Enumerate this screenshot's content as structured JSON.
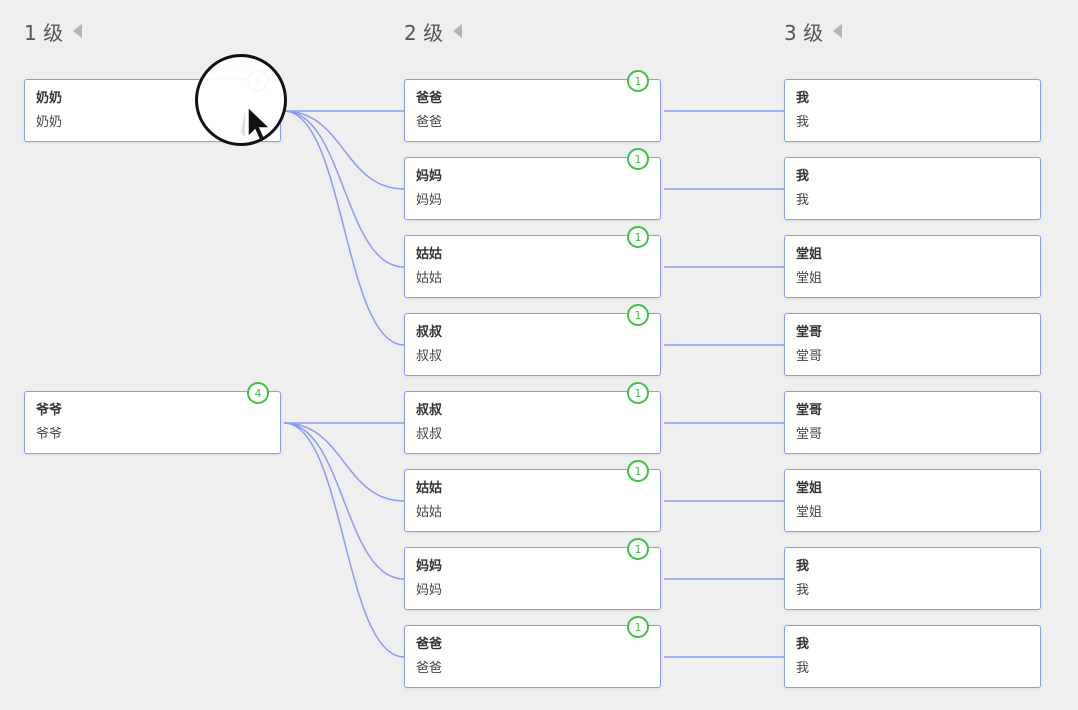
{
  "levels": {
    "l1": "1 级",
    "l2": "2 级",
    "l3": "3 级"
  },
  "level1": [
    {
      "title": "奶奶",
      "sub": "奶奶",
      "badge": "4"
    },
    {
      "title": "爷爷",
      "sub": "爷爷",
      "badge": "4"
    }
  ],
  "level2": [
    {
      "title": "爸爸",
      "sub": "爸爸",
      "badge": "1"
    },
    {
      "title": "妈妈",
      "sub": "妈妈",
      "badge": "1"
    },
    {
      "title": "姑姑",
      "sub": "姑姑",
      "badge": "1"
    },
    {
      "title": "叔叔",
      "sub": "叔叔",
      "badge": "1"
    },
    {
      "title": "叔叔",
      "sub": "叔叔",
      "badge": "1"
    },
    {
      "title": "姑姑",
      "sub": "姑姑",
      "badge": "1"
    },
    {
      "title": "妈妈",
      "sub": "妈妈",
      "badge": "1"
    },
    {
      "title": "爸爸",
      "sub": "爸爸",
      "badge": "1"
    }
  ],
  "level3": [
    {
      "title": "我",
      "sub": "我"
    },
    {
      "title": "我",
      "sub": "我"
    },
    {
      "title": "堂姐",
      "sub": "堂姐"
    },
    {
      "title": "堂哥",
      "sub": "堂哥"
    },
    {
      "title": "堂哥",
      "sub": "堂哥"
    },
    {
      "title": "堂姐",
      "sub": "堂姐"
    },
    {
      "title": "我",
      "sub": "我"
    },
    {
      "title": "我",
      "sub": "我"
    }
  ],
  "colors": {
    "link": "#8b9cf0",
    "badge": "#3fc14a",
    "background": "#efeff0"
  },
  "icons": {
    "collapse": "triangle-left-icon",
    "cursor": "mouse-pointer-icon"
  }
}
